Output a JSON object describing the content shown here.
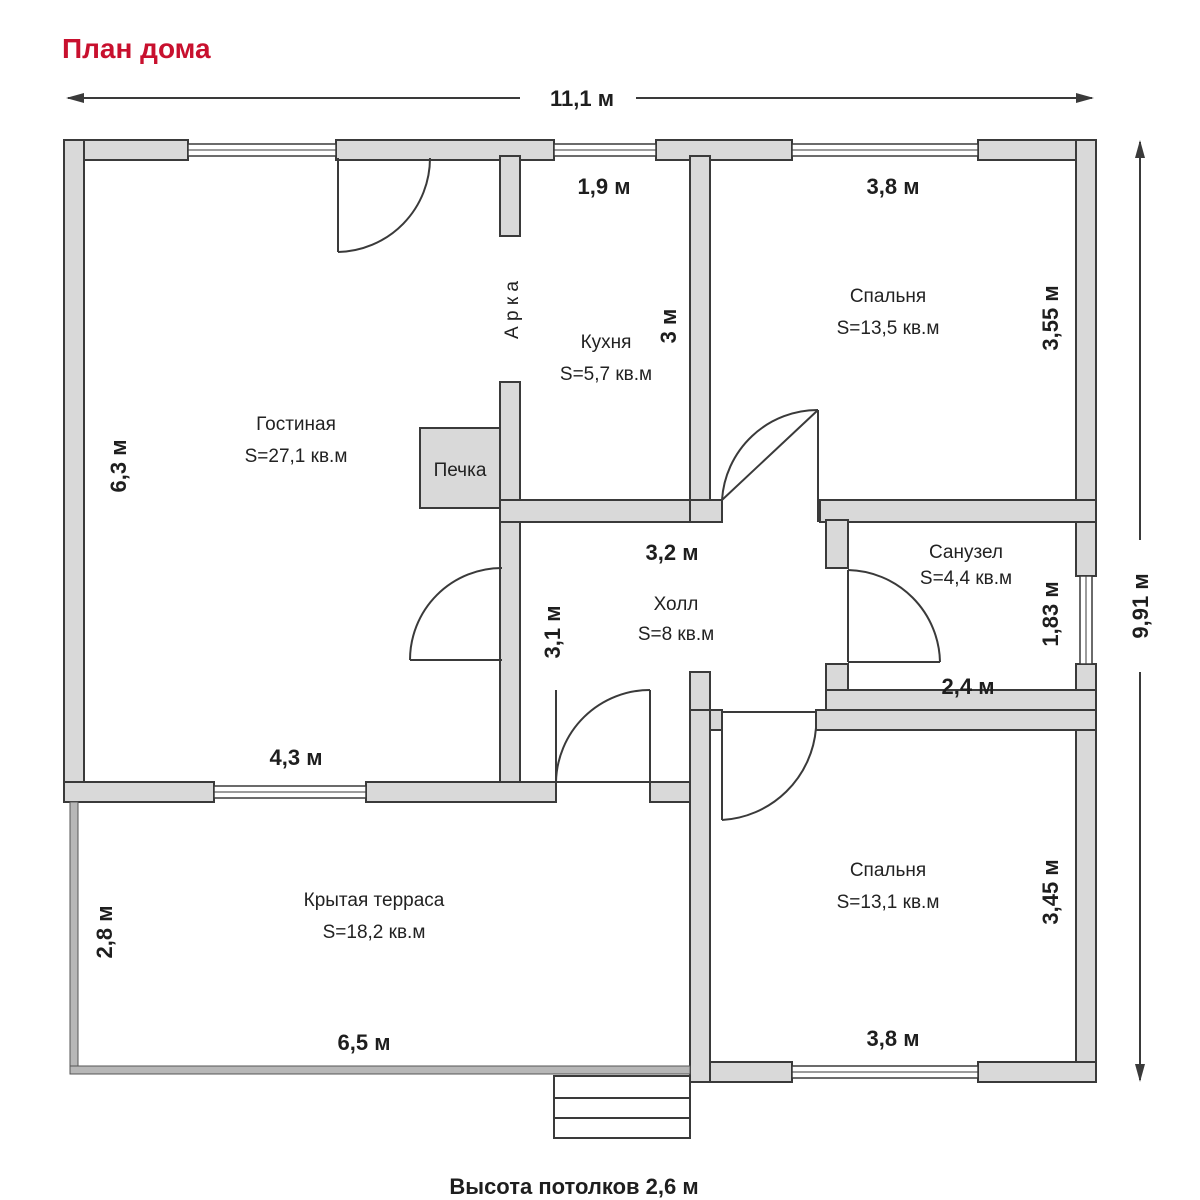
{
  "title": "План дома",
  "overall": {
    "width": "11,1 м",
    "height": "9,91 м"
  },
  "rooms": {
    "living": {
      "name": "Гостиная",
      "area": "S=27,1 кв.м",
      "side": "6,3 м",
      "bottom": "4,3 м"
    },
    "kitchen": {
      "name": "Кухня",
      "area": "S=5,7 кв.м",
      "top": "1,9 м",
      "side": "3 м"
    },
    "bedroom1": {
      "name": "Спальня",
      "area": "S=13,5 кв.м",
      "top": "3,8 м",
      "side": "3,55 м"
    },
    "hall": {
      "name": "Холл",
      "area": "S=8 кв.м",
      "top": "3,2 м",
      "side": "3,1 м"
    },
    "bath": {
      "name": "Санузел",
      "area": "S=4,4 кв.м",
      "side": "1,83 м",
      "bottom": "2,4 м"
    },
    "bedroom2": {
      "name": "Спальня",
      "area": "S=13,1 кв.м",
      "side": "3,45 м",
      "bottom": "3,8 м"
    },
    "terrace": {
      "name": "Крытая терраса",
      "area": "S=18,2 кв.м",
      "side": "2,8 м",
      "bottom": "6,5 м"
    }
  },
  "labels": {
    "arch": "А р к а",
    "stove": "Печка"
  },
  "ceiling_note": "Высота потолков 2,6 м",
  "colors": {
    "title": "#c8102e",
    "wall_fill": "#d9d9d9",
    "line": "#3a3a3a"
  }
}
